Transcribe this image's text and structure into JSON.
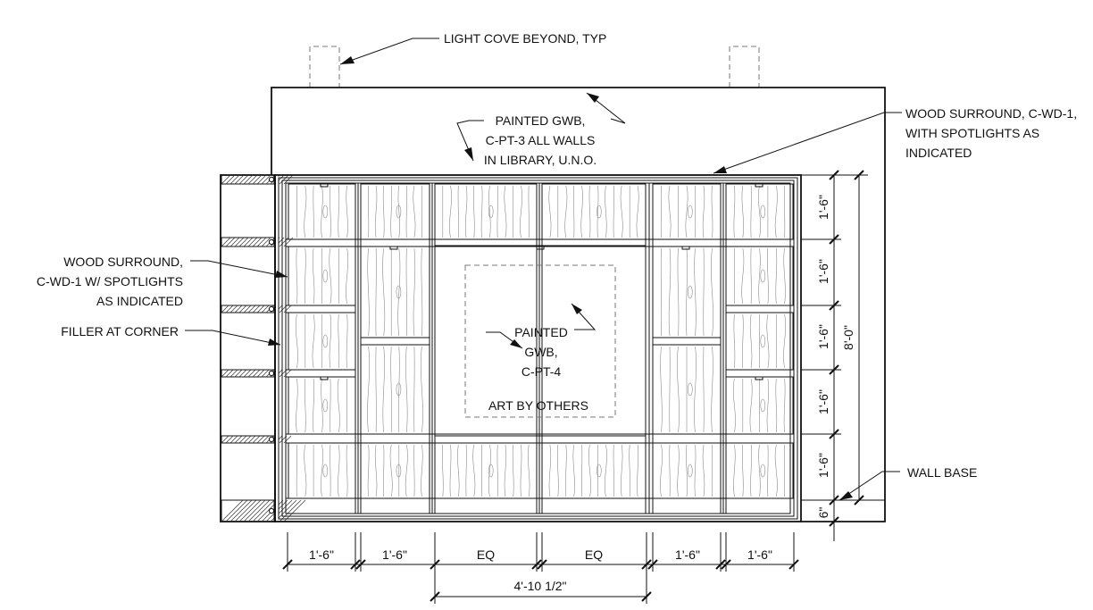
{
  "notes": {
    "light_cove": "LIGHT COVE BEYOND, TYP",
    "painted_gwb_1": "PAINTED GWB,",
    "painted_gwb_2": "C-PT-3 ALL WALLS",
    "painted_gwb_3": "IN LIBRARY, U.N.O.",
    "wood_surround_right_1": "WOOD SURROUND, C-WD-1,",
    "wood_surround_right_2": "WITH SPOTLIGHTS AS",
    "wood_surround_right_3": "INDICATED",
    "wood_surround_left_1": "WOOD SURROUND,",
    "wood_surround_left_2": "C-WD-1 W/ SPOTLIGHTS",
    "wood_surround_left_3": "AS INDICATED",
    "filler": "FILLER AT CORNER",
    "center_1": "PAINTED",
    "center_2": "GWB,",
    "center_3": "C-PT-4",
    "art": "ART BY OTHERS",
    "wall_base": "WALL BASE"
  },
  "dimensions": {
    "bottom": [
      "1'-6\"",
      "1'-6\"",
      "EQ",
      "EQ",
      "1'-6\"",
      "1'-6\""
    ],
    "bottom_total": "4'-10 1/2\"",
    "right": [
      "1'-6\"",
      "1'-6\"",
      "1'-6\"",
      "1'-6\"",
      "1'-6\"",
      "6\""
    ],
    "right_total": "8'-0\""
  },
  "colors": {
    "line": "#111111",
    "grain": "#8a8a8a",
    "dashed": "#777777"
  }
}
